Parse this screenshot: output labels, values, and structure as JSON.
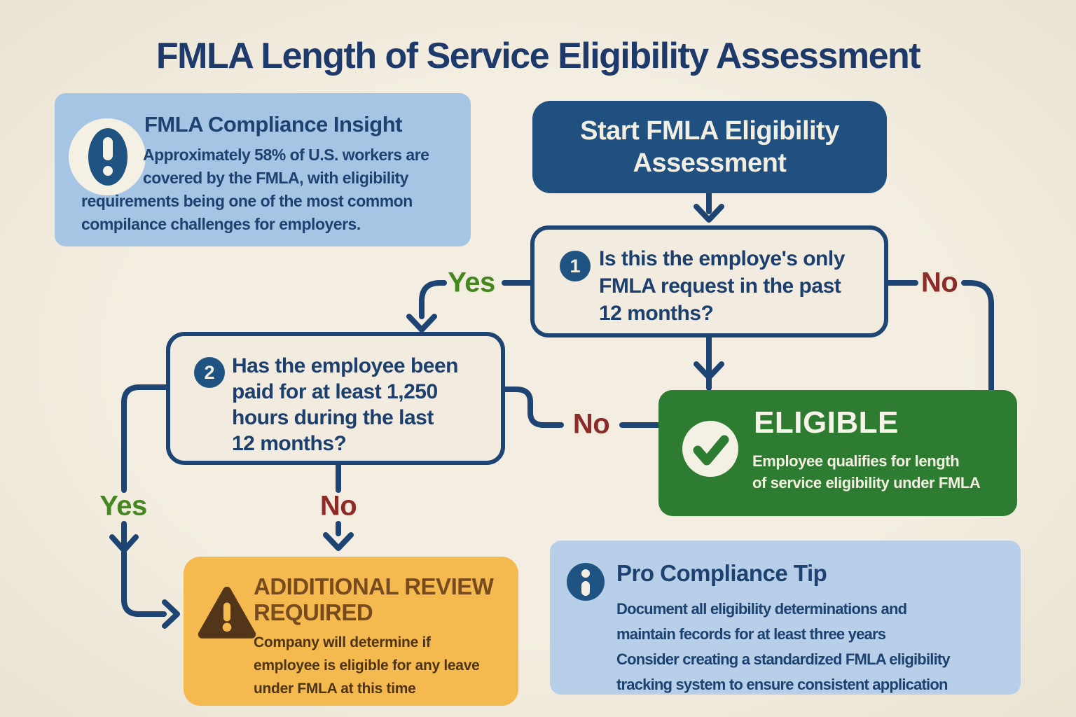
{
  "title": "FMLA Length of Service Eligibility Assessment",
  "insight": {
    "icon": "alert-exclamation-icon",
    "title": "FMLA Compliance Insight",
    "body_lines": [
      "Approximately 58% of U.S. workers are",
      "covered by the FMLA, with eligibility",
      "requirements being one of the most common",
      "compilance challenges for employers."
    ]
  },
  "start_node": {
    "label_lines": [
      "Start FMLA Eligibility",
      "Assessment"
    ]
  },
  "question1": {
    "number": "1",
    "text_lines": [
      "Is this the employe's only",
      "FMLA request in the past",
      "12 months?"
    ]
  },
  "question2": {
    "number": "2",
    "text_lines": [
      "Has the employee been",
      "paid for at least 1,250",
      "hours during the last",
      "12 months?"
    ]
  },
  "eligible_node": {
    "icon": "checkmark-icon",
    "title": "ELIGIBLE",
    "body_lines": [
      "Employee qualifies for length",
      "of service eligibility under FMLA"
    ]
  },
  "review_node": {
    "icon": "warning-triangle-icon",
    "title_lines": [
      "ADIDITIONAL REVIEW",
      "REQUIRED"
    ],
    "body_lines": [
      "Company will determine if",
      "employee is eligible for any leave",
      "under FMLA at this time"
    ]
  },
  "tip": {
    "icon": "info-icon",
    "title": "Pro Compliance Tip",
    "body_lines": [
      "Document all eligibility determinations and",
      "maintain fecords for at least three years",
      "Consider creating a standardized FMLA eligibility",
      "tracking system to ensure consistent application"
    ]
  },
  "edges": {
    "q1_yes": "Yes",
    "q1_no": "No",
    "q2_no_right": "No",
    "q2_yes": "Yes",
    "q2_no_bottom": "No"
  },
  "colors": {
    "background": "#f0ebdd",
    "line_navy": "#1d4472",
    "node_navy": "#20507f",
    "insight_blue": "#a6c5e5",
    "tip_blue": "#b7cfe9",
    "eligible_green": "#2e7c31",
    "review_yellow": "#f4ba50",
    "review_brown": "#784b1e",
    "yes_green": "#44871f",
    "no_maroon": "#8c2b28",
    "cream_text": "#f2eee1",
    "navy_text": "#1d4270"
  }
}
